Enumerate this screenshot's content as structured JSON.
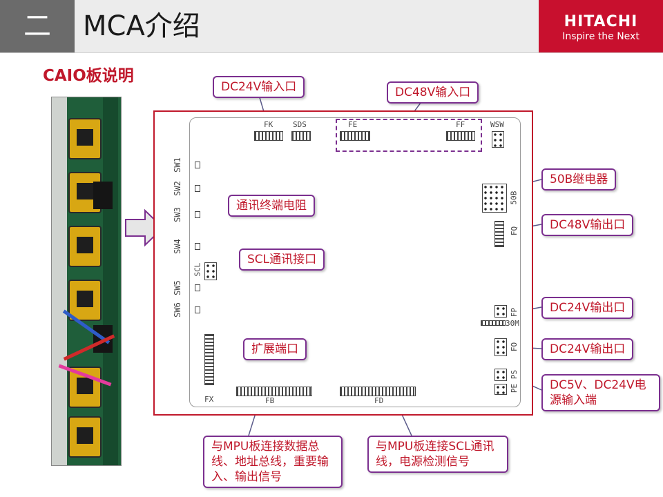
{
  "header": {
    "section_number": "二",
    "title": "MCA介绍",
    "brand_name": "HITACHI",
    "brand_tagline": "Inspire the Next"
  },
  "subtitle": "CAIO板说明",
  "board": {
    "switches": [
      "SW1",
      "SW2",
      "SW3",
      "SW4",
      "SW5",
      "SW6"
    ],
    "connectors": {
      "fk": "FK",
      "sds": "SDS",
      "fe": "FE",
      "ff": "FF",
      "wsw": "WSW",
      "b50": "50B",
      "fq": "FQ",
      "fp": "FP",
      "m30": "30M",
      "fo": "FO",
      "ps": "PS",
      "pe": "PE",
      "scl": "SCL",
      "fx": "FX",
      "fb": "FB",
      "fd": "FD"
    }
  },
  "callouts": {
    "dc24_in": "DC24V输入口",
    "dc48_in": "DC48V输入口",
    "relay50b": "50B继电器",
    "termination": "通讯终端电阻",
    "dc48_out": "DC48V输出口",
    "scl_port": "SCL通讯接口",
    "dc24_out1": "DC24V输出口",
    "expansion": "扩展端口",
    "dc24_out2": "DC24V输出口",
    "power_in": "DC5V、DC24V电源输入端",
    "mpu_bus": "与MPU板连接数据总线、地址总线，重要输入、输出信号",
    "mpu_scl": "与MPU板连接SCL通讯线，电源检测信号"
  },
  "colors": {
    "accent_red": "#c0182b",
    "callout_border": "#7b2f8f",
    "brand_red": "#c8102e"
  }
}
